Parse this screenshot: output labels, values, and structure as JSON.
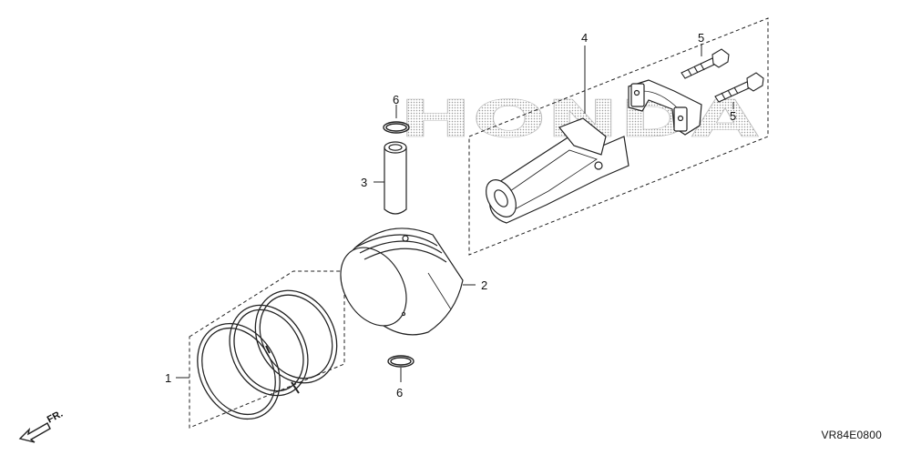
{
  "watermark": {
    "brand": "HONDA"
  },
  "callouts": {
    "c1": "1",
    "c2": "2",
    "c3": "3",
    "c4": "4",
    "c5_top": "5",
    "c5_right": "5",
    "c6_top": "6",
    "c6_bottom": "6"
  },
  "direction": {
    "label": "FR."
  },
  "diagram_code": "VR84E0800"
}
